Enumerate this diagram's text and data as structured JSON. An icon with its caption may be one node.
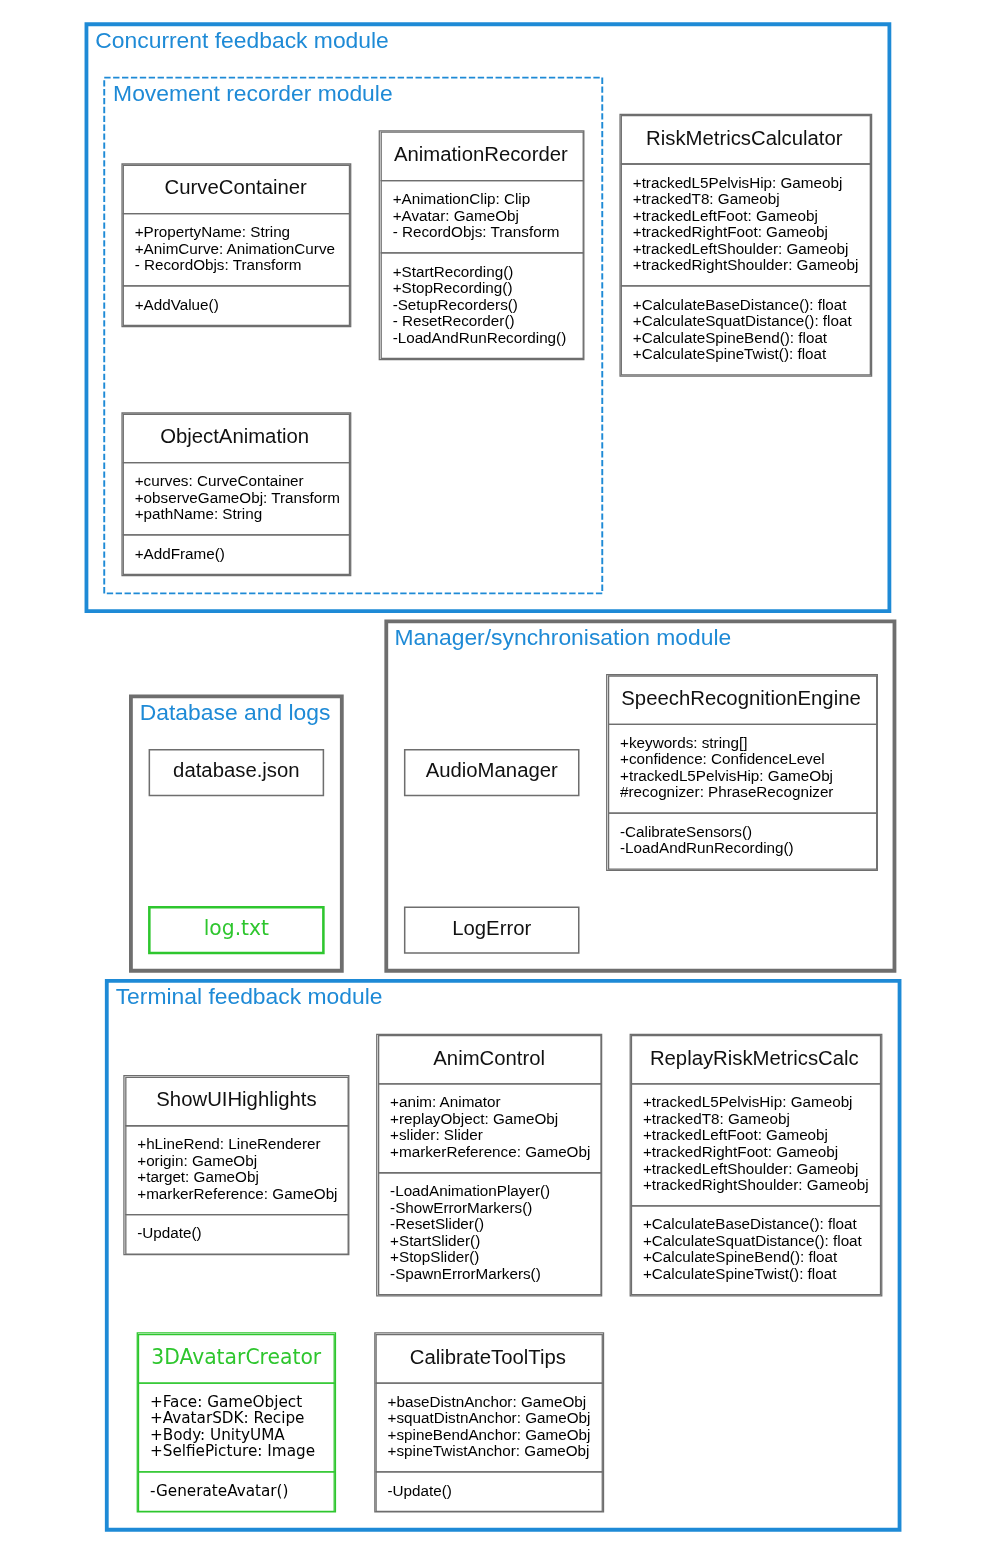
{
  "diagram": {
    "nodes": [
      {
        "text": [
          "Concurrent feedback module"
        ]
      },
      {
        "text": [
          "RiskMetricsCalculator",
          "+trackedL5PelvisHip: Gameobj",
          "+trackedT8: Gameobj",
          "+trackedLeftFoot: Gameobj",
          "+trackedRightFoot: Gameobj",
          "+trackedLeftShoulder: Gameobj",
          "+trackedRightShoulder: Gameobj",
          "+CalculateBaseDistance(): float",
          "+CalculateSquatDistance(): float",
          "+CalculateSpineBend(): float",
          "+CalculateSpineTwist(): float"
        ],
        "in": 0
      },
      {
        "text": [
          "Movement recorder module"
        ],
        "in": 0
      },
      {
        "text": [
          "AnimationRecorder",
          "+AnimationClip: Clip",
          "+Avatar: GameObj",
          "- RecordObjs: Transform",
          "+StartRecording()",
          "+StopRecording()",
          "-SetupRecorders()",
          "- ResetRecorder()",
          "-LoadAndRunRecording()"
        ],
        "in": 2
      },
      {
        "text": [
          "CurveContainer",
          "+PropertyName: String",
          "+AnimCurve: AnimationCurve",
          "- RecordObjs: Transform",
          "+AddValue()"
        ],
        "in": 2
      },
      {
        "text": [
          "ObjectAnimation",
          "+curves: CurveContainer",
          "+observeGameObj: Transform",
          "+pathName: String",
          "+AddFrame()"
        ],
        "in": 2
      },
      {
        "text": [
          "Manager/synchronisation module"
        ]
      },
      {
        "text": [
          "SpeechRecognitionEngine",
          "+keywords: string[]",
          "+confidence: ConfidenceLevel",
          "+trackedL5PelvisHip: GameObj",
          "#recognizer: PhraseRecognizer",
          "-CalibrateSensors()",
          "-LoadAndRunRecording()"
        ],
        "in": 6
      },
      {
        "text": [
          "AudioManager"
        ],
        "in": 6
      },
      {
        "text": [
          "LogError"
        ],
        "in": 6
      },
      {
        "text": [
          "Database and logs"
        ]
      },
      {
        "text": [
          "database.json"
        ],
        "in": 10
      },
      {
        "text": [
          "log.txt"
        ],
        "in": 10
      },
      {
        "text": [
          "Terminal feedback module"
        ]
      },
      {
        "text": [
          "ReplayRiskMetricsCalc",
          "+trackedL5PelvisHip: Gameobj",
          "+trackedT8: Gameobj",
          "+trackedLeftFoot: Gameobj",
          "+trackedRightFoot: Gameobj",
          "+trackedLeftShoulder: Gameobj",
          "+trackedRightShoulder: Gameobj",
          "+CalculateBaseDistance(): float",
          "+CalculateSquatDistance(): float",
          "+CalculateSpineBend(): float",
          "+CalculateSpineTwist(): float"
        ],
        "in": 13
      },
      {
        "text": [
          "AnimControl",
          "+anim: Animator",
          "+replayObject: GameObj",
          "+slider: Slider",
          "+markerReference: GameObj",
          "-LoadAnimationPlayer()",
          "-ShowErrorMarkers()",
          "-ResetSlider()",
          "+StartSlider()",
          "+StopSlider()",
          "-SpawnErrorMarkers()"
        ],
        "in": 13
      },
      {
        "text": [
          "ShowUIHighlights",
          "+hLineRend: LineRenderer",
          "+origin: GameObj",
          "+target: GameObj",
          "+markerReference: GameObj",
          "-Update()"
        ],
        "in": 13
      },
      {
        "text": [
          "3DAvatarCreator",
          "+Face: GameObject",
          "+AvatarSDK: Recipe",
          "+Body: UnityUMA",
          "+SelfiePicture: Image",
          "-GenerateAvatar()"
        ],
        "in": 13
      },
      {
        "text": [
          "CalibrateToolTips",
          "+baseDistnAnchor: GameObj",
          "+squatDistnAnchor: GameObj",
          "+spineBendAnchor: GameObj",
          "+spineTwistAnchor: GameObj",
          "-Update()"
        ],
        "in": 13
      }
    ],
    "edges": []
  }
}
